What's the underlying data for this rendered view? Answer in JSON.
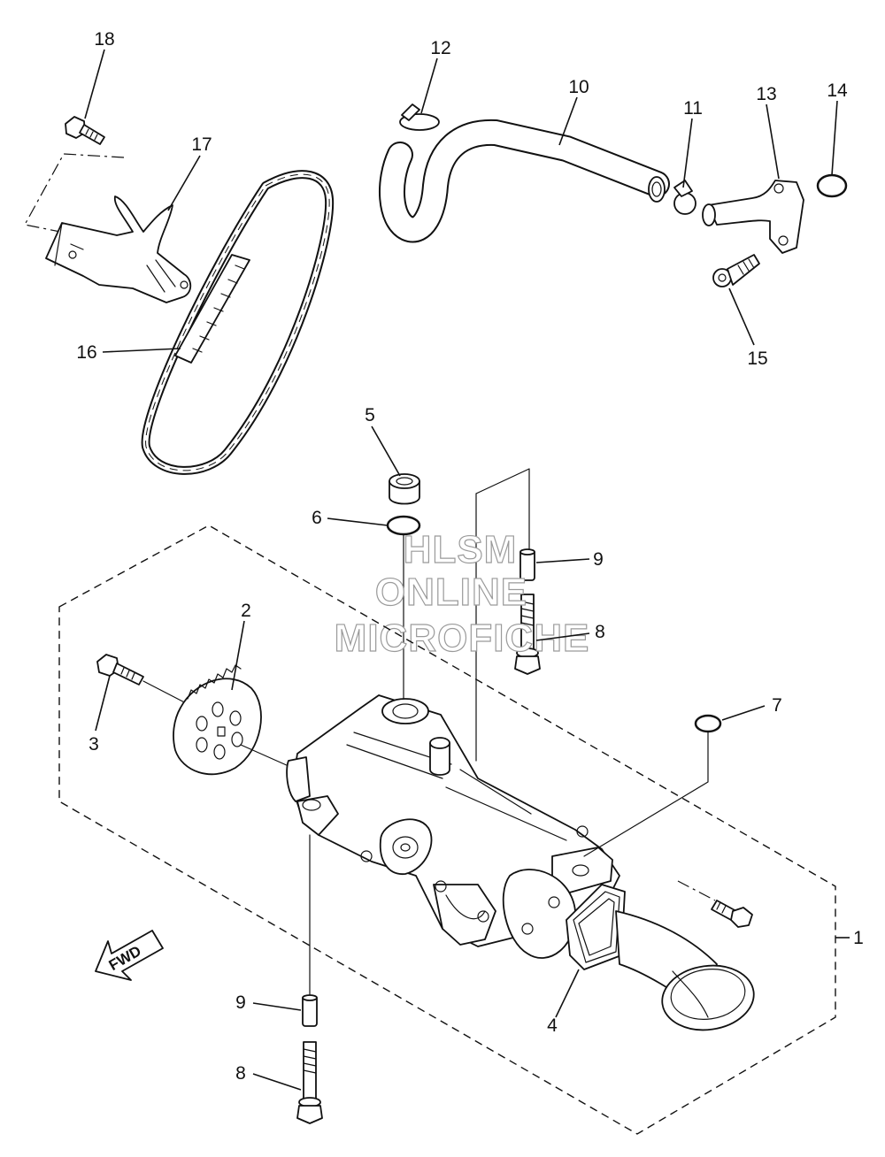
{
  "diagram": {
    "watermark": {
      "line1": "HLSM",
      "line2": "ONLINE",
      "line3": "MICROFICHE"
    },
    "direction_arrow": {
      "label": "FWD",
      "icon": "forward-arrow-icon"
    },
    "callouts": {
      "c1": "1",
      "c2": "2",
      "c3": "3",
      "c4": "4",
      "c5": "5",
      "c6": "6",
      "c7": "7",
      "c8a": "8",
      "c8b": "8",
      "c9a": "9",
      "c9b": "9",
      "c10": "10",
      "c11": "11",
      "c12": "12",
      "c13": "13",
      "c14": "14",
      "c15": "15",
      "c16": "16",
      "c17": "17",
      "c18": "18"
    }
  }
}
